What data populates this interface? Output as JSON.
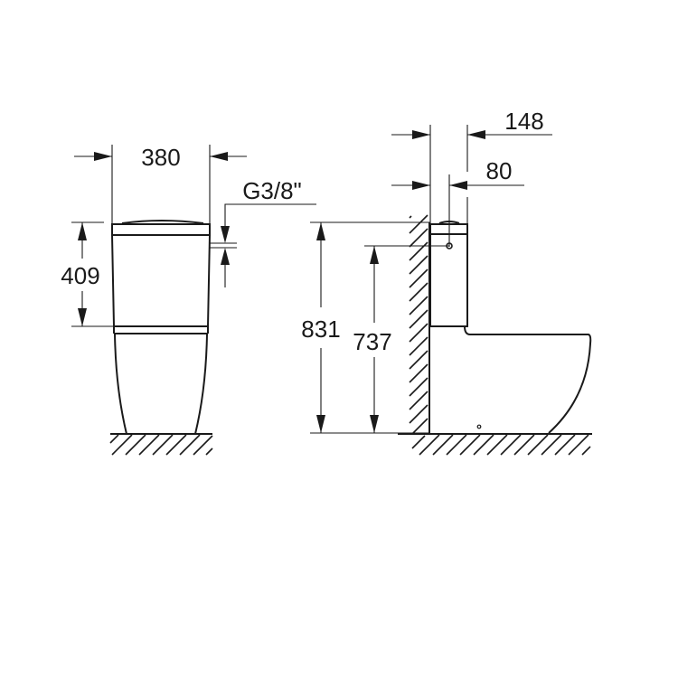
{
  "drawing": {
    "background": "#ffffff",
    "line_color": "#1a1a1a",
    "front_view": {
      "width_label": "380",
      "tank_height_label": "409",
      "connection_label": "G3/8\""
    },
    "side_view": {
      "tank_depth_label": "148",
      "inlet_offset_label": "80",
      "total_height_label": "831",
      "inlet_height_label": "737"
    }
  }
}
